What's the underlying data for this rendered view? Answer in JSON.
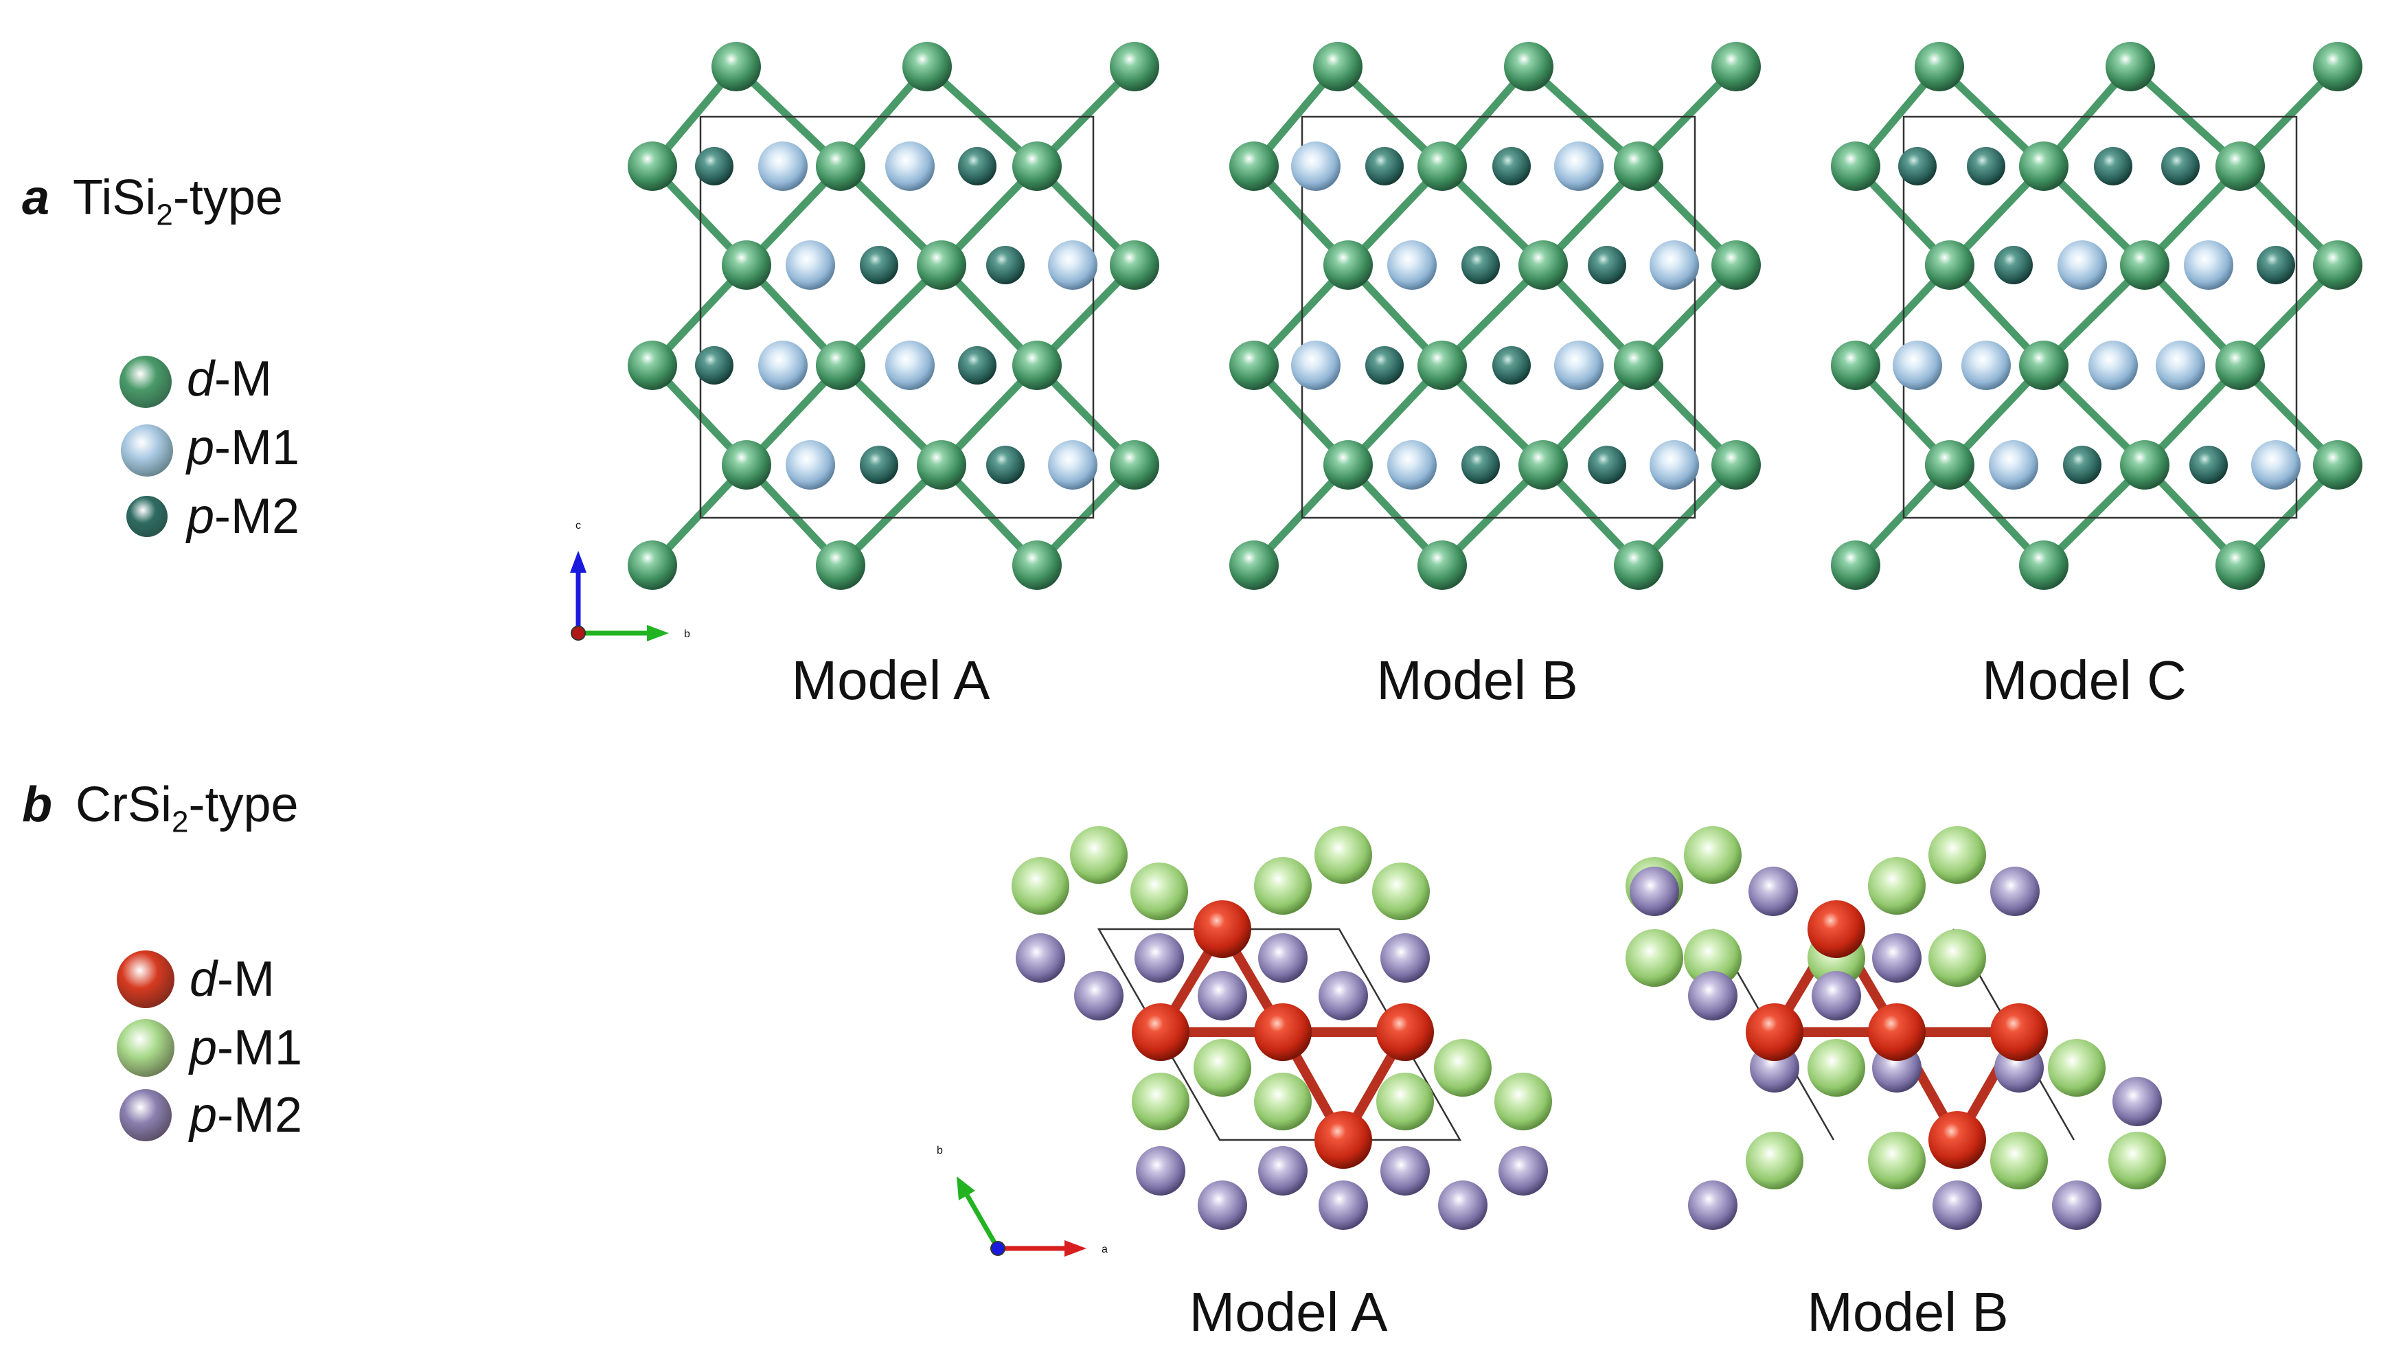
{
  "panel_a": {
    "letter": "a",
    "title_prefix": "TiSi",
    "title_sub": "2",
    "title_suffix": "-type",
    "legend": [
      {
        "italic": "d",
        "rest": "-M",
        "color": "#4a9a69"
      },
      {
        "italic": "p",
        "rest": "-M1",
        "color": "#a9c9e3"
      },
      {
        "italic": "p",
        "rest": "-M2",
        "color": "#2f6b62"
      }
    ],
    "axes": {
      "vertical": "c",
      "horizontal": "b"
    },
    "models": [
      "Model A",
      "Model B",
      "Model C"
    ]
  },
  "panel_b": {
    "letter": "b",
    "title_prefix": "CrSi",
    "title_sub": "2",
    "title_suffix": "-type",
    "legend": [
      {
        "italic": "d",
        "rest": "-M",
        "color": "#d63a20"
      },
      {
        "italic": "p",
        "rest": "-M1",
        "color": "#a8d98a"
      },
      {
        "italic": "p",
        "rest": "-M2",
        "color": "#8a80b0"
      }
    ],
    "axes": {
      "vertical": "b",
      "horizontal": "a"
    },
    "models": [
      "Model A",
      "Model B"
    ]
  }
}
